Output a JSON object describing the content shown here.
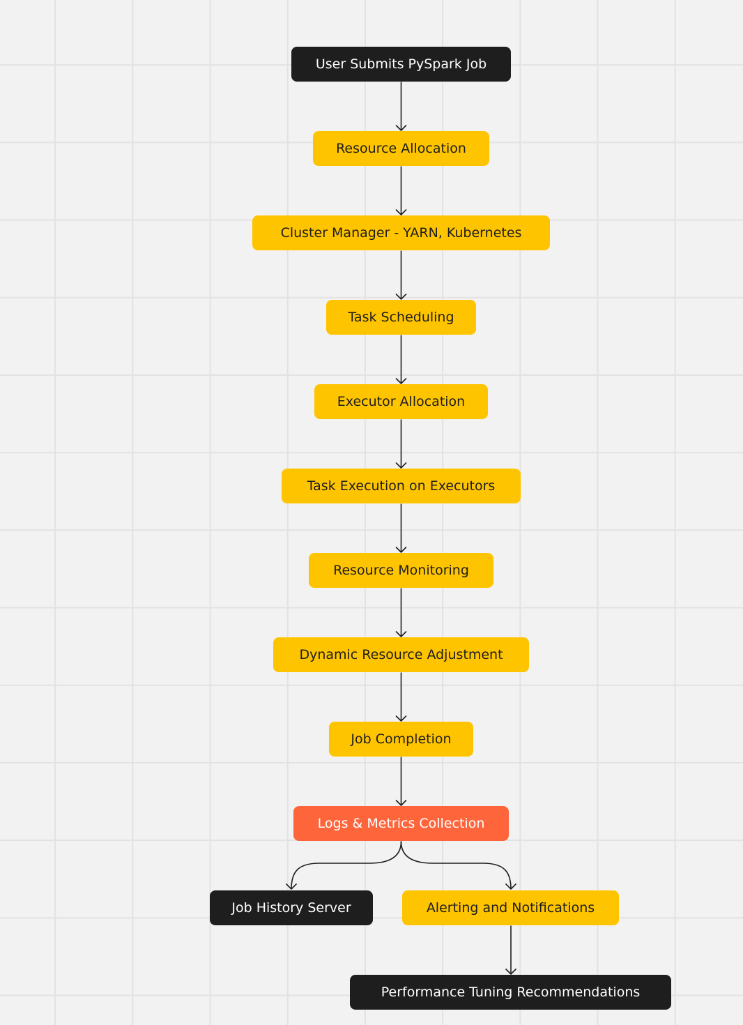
{
  "colors": {
    "background": "#f2f2f2",
    "grid": "#e2e2e2",
    "yellow": "#ffc400",
    "black": "#1e1e1e",
    "orange": "#ff653b",
    "connector": "#1e1e1e"
  },
  "nodes": [
    {
      "id": "submit",
      "label": "User Submits PySpark Job",
      "style": "black"
    },
    {
      "id": "resource-allocation",
      "label": "Resource Allocation",
      "style": "yellow"
    },
    {
      "id": "cluster-manager",
      "label": "Cluster Manager - YARN, Kubernetes",
      "style": "yellow"
    },
    {
      "id": "task-scheduling",
      "label": "Task Scheduling",
      "style": "yellow"
    },
    {
      "id": "executor-allocation",
      "label": "Executor Allocation",
      "style": "yellow"
    },
    {
      "id": "task-execution",
      "label": "Task Execution on Executors",
      "style": "yellow"
    },
    {
      "id": "resource-monitoring",
      "label": "Resource Monitoring",
      "style": "yellow"
    },
    {
      "id": "dynamic-adjustment",
      "label": "Dynamic Resource Adjustment",
      "style": "yellow"
    },
    {
      "id": "job-completion",
      "label": "Job Completion",
      "style": "yellow"
    },
    {
      "id": "logs-metrics",
      "label": "Logs & Metrics Collection",
      "style": "orange"
    },
    {
      "id": "job-history",
      "label": "Job History Server",
      "style": "black"
    },
    {
      "id": "alerting",
      "label": "Alerting and Notifications",
      "style": "yellow"
    },
    {
      "id": "performance-tuning",
      "label": "Performance Tuning Recommendations",
      "style": "black"
    }
  ],
  "edges": [
    {
      "from": "submit",
      "to": "resource-allocation"
    },
    {
      "from": "resource-allocation",
      "to": "cluster-manager"
    },
    {
      "from": "cluster-manager",
      "to": "task-scheduling"
    },
    {
      "from": "task-scheduling",
      "to": "executor-allocation"
    },
    {
      "from": "executor-allocation",
      "to": "task-execution"
    },
    {
      "from": "task-execution",
      "to": "resource-monitoring"
    },
    {
      "from": "resource-monitoring",
      "to": "dynamic-adjustment"
    },
    {
      "from": "dynamic-adjustment",
      "to": "job-completion"
    },
    {
      "from": "job-completion",
      "to": "logs-metrics"
    },
    {
      "from": "logs-metrics",
      "to": "job-history"
    },
    {
      "from": "logs-metrics",
      "to": "alerting"
    },
    {
      "from": "alerting",
      "to": "performance-tuning"
    }
  ]
}
